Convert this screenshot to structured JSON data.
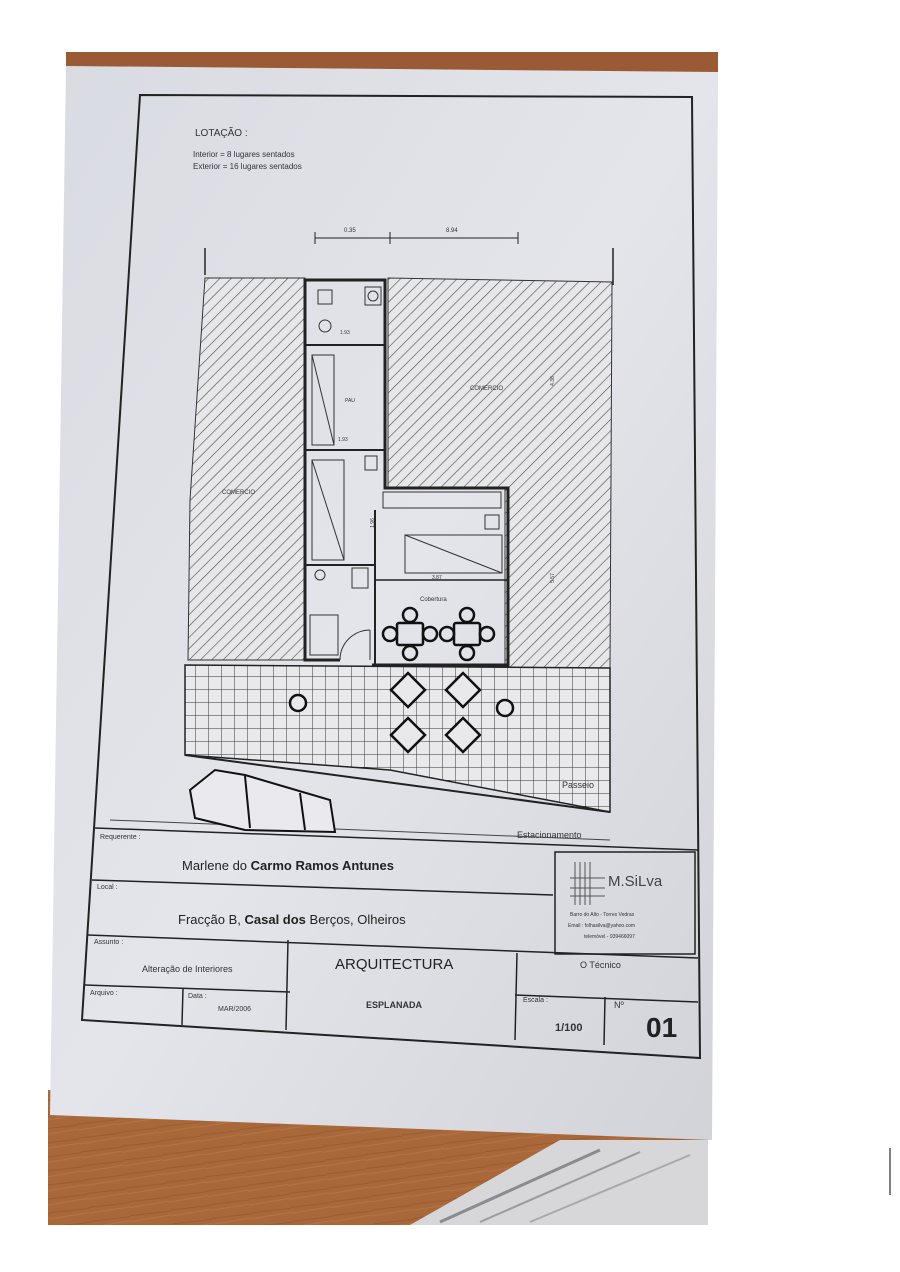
{
  "notes": {
    "heading": "LOTAÇÃO :",
    "line1": "Interior = 8 lugares sentados",
    "line2": "Exterior = 16 lugares sentados"
  },
  "plan": {
    "dim_top_left": "0.35",
    "dim_top_right": "8.94",
    "left_area": "COMERCIO",
    "right_area": "COMERCIO",
    "wc_dim": "1.93",
    "room_label": "PAU",
    "room_dim": "1.93",
    "kitchen_dim": "1.96",
    "counter_dim": "3.87",
    "height_dim": "4.36",
    "side_dim": "5.57",
    "esplanada_label": "Cobertura",
    "sidewalk": "Passeio",
    "parking": "Estacionamento"
  },
  "titleblock": {
    "requerente_label": "Requerente :",
    "requerente_value_light": "Marlene do",
    "requerente_value_bold": "Carmo Ramos Antunes",
    "local_label": "Local :",
    "local_value_light": "Fracção B,",
    "local_value_bold": "Casal dos",
    "local_value_light2": "Berços, Olheiros",
    "assunto_label": "Assunto :",
    "assunto_value": "Alteração de Interiores",
    "arquivo_label": "Arquivo :",
    "data_label": "Data :",
    "data_value": "MAR/2006",
    "discipline": "ARQUITECTURA",
    "drawing_title": "ESPLANADA",
    "tecnico": "O Técnico",
    "escala_label": "Escala :",
    "escala_value": "1/100",
    "num_label": "Nº",
    "num_value": "01",
    "logo_text": "M.SiLva",
    "contact1": "Barro do Alto - Torres Vedras",
    "contact2": "Email : folhasilva@yahoo.com",
    "contact3": "telemóvel - 939466097"
  }
}
